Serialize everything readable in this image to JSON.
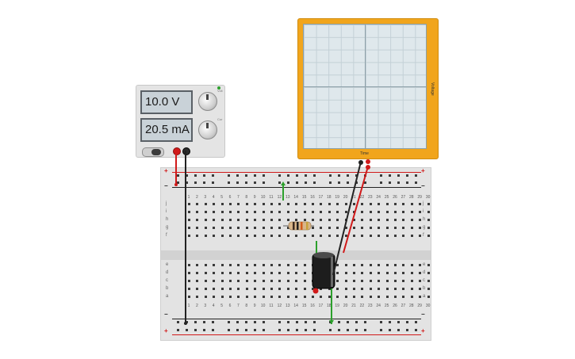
{
  "power_supply": {
    "voltage": "10.0 V",
    "current": "20.5 mA",
    "voltage_knob_label": "Volt",
    "current_knob_label": "Cur"
  },
  "oscilloscope": {
    "x_axis_label": "Time",
    "y_axis_label": "Voltage"
  },
  "breadboard": {
    "columns": [
      "1",
      "2",
      "3",
      "4",
      "5",
      "6",
      "7",
      "8",
      "9",
      "10",
      "11",
      "12",
      "13",
      "14",
      "15",
      "16",
      "17",
      "18",
      "19",
      "20",
      "21",
      "22",
      "23",
      "24",
      "25",
      "26",
      "27",
      "28",
      "29",
      "30"
    ],
    "rows_top": [
      "j",
      "i",
      "h",
      "g",
      "f"
    ],
    "rows_bottom": [
      "e",
      "d",
      "c",
      "b",
      "a"
    ],
    "plus_sign": "+",
    "minus_sign": "−"
  },
  "colors": {
    "positive_wire": "#d11a1a",
    "ground_wire": "#222222",
    "jumper_green": "#2ca02c",
    "scope_frame": "#f1a51c"
  },
  "components": [
    "power-supply",
    "oscilloscope",
    "breadboard",
    "resistor",
    "electrolytic-capacitor"
  ]
}
